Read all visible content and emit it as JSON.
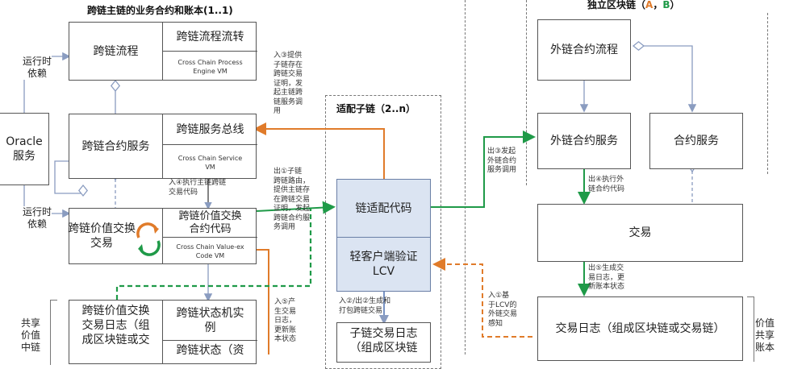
{
  "titles": {
    "main_chain": "跨链主链的业务合约和账本(1..1)",
    "sub_chain": "适配子链（2..n）",
    "independent_prefix": "独立区块链（",
    "independent_a": "A",
    "independent_sep": "，",
    "independent_b": "B",
    "independent_suffix": "）"
  },
  "colors": {
    "orange": "#e07b2a",
    "green": "#1f9a48",
    "gray": "#8a9cc0",
    "a_color": "#e07b2a",
    "b_color": "#1f9a48"
  },
  "nodes": {
    "cross_flow": {
      "label": "跨链流程",
      "sub_title": "跨链流程流转",
      "sub_caption": "Cross Chain Process\nEngine VM"
    },
    "oracle": {
      "label": "Oracle\n服务"
    },
    "cross_contract": {
      "label": "跨链合约服务",
      "sub_title": "跨链服务总线",
      "sub_caption": "Cross Chain Service\nVM"
    },
    "value_exchange": {
      "label": "跨链价值交换\n交易",
      "sub_title": "跨链价值交换\n合约代码",
      "sub_caption": "Cross Chain Value-ex\nCode VM"
    },
    "value_log": {
      "label": "跨链价值交换\n交易日志（组\n成区块链或交",
      "sub_title": "跨链状态机实\n例",
      "sub_caption": "跨链状态（资"
    },
    "adapter_code": {
      "label": "链适配代码"
    },
    "lcv": {
      "label": "轻客户端验证\nLCV"
    },
    "sub_log": {
      "label": "子链交易日志\n（组成区块链"
    },
    "ext_flow": {
      "label": "外链合约流程"
    },
    "ext_service": {
      "label": "外链合约服务"
    },
    "contract_service": {
      "label": "合约服务"
    },
    "transaction": {
      "label": "交易"
    },
    "tx_log": {
      "label": "交易日志（组成区块链或交易链）"
    }
  },
  "side_labels": {
    "runtime_dep_1": "运行时\n依赖",
    "runtime_dep_2": "运行时\n依赖",
    "shared_left": "共享\n价值\n中链",
    "shared_right": "价值\n共享\n账本"
  },
  "annotations": {
    "in3": "入③提供\n子链存在\n跨链交易\n证明，发\n起主链跨\n链服务调\n用",
    "out1": "出①子链\n跨链路由，\n提供主链存\n在跨链交易\n证明，发起\n跨链合约服\n务调用",
    "in4": "入④执行主链跨链\n交易代码",
    "in5": "入⑤产\n生交易\n日志，\n更新账\n本状态",
    "in2": "入②/出②生成和\n打包跨链交易",
    "out3": "出③发起\n外链合约\n服务调用",
    "out4": "出④执行外\n链合约代码",
    "out5": "出⑤生成交\n易日志，更\n新账本状态",
    "in1": "入①基\n于LCV的\n外链交易\n感知"
  }
}
